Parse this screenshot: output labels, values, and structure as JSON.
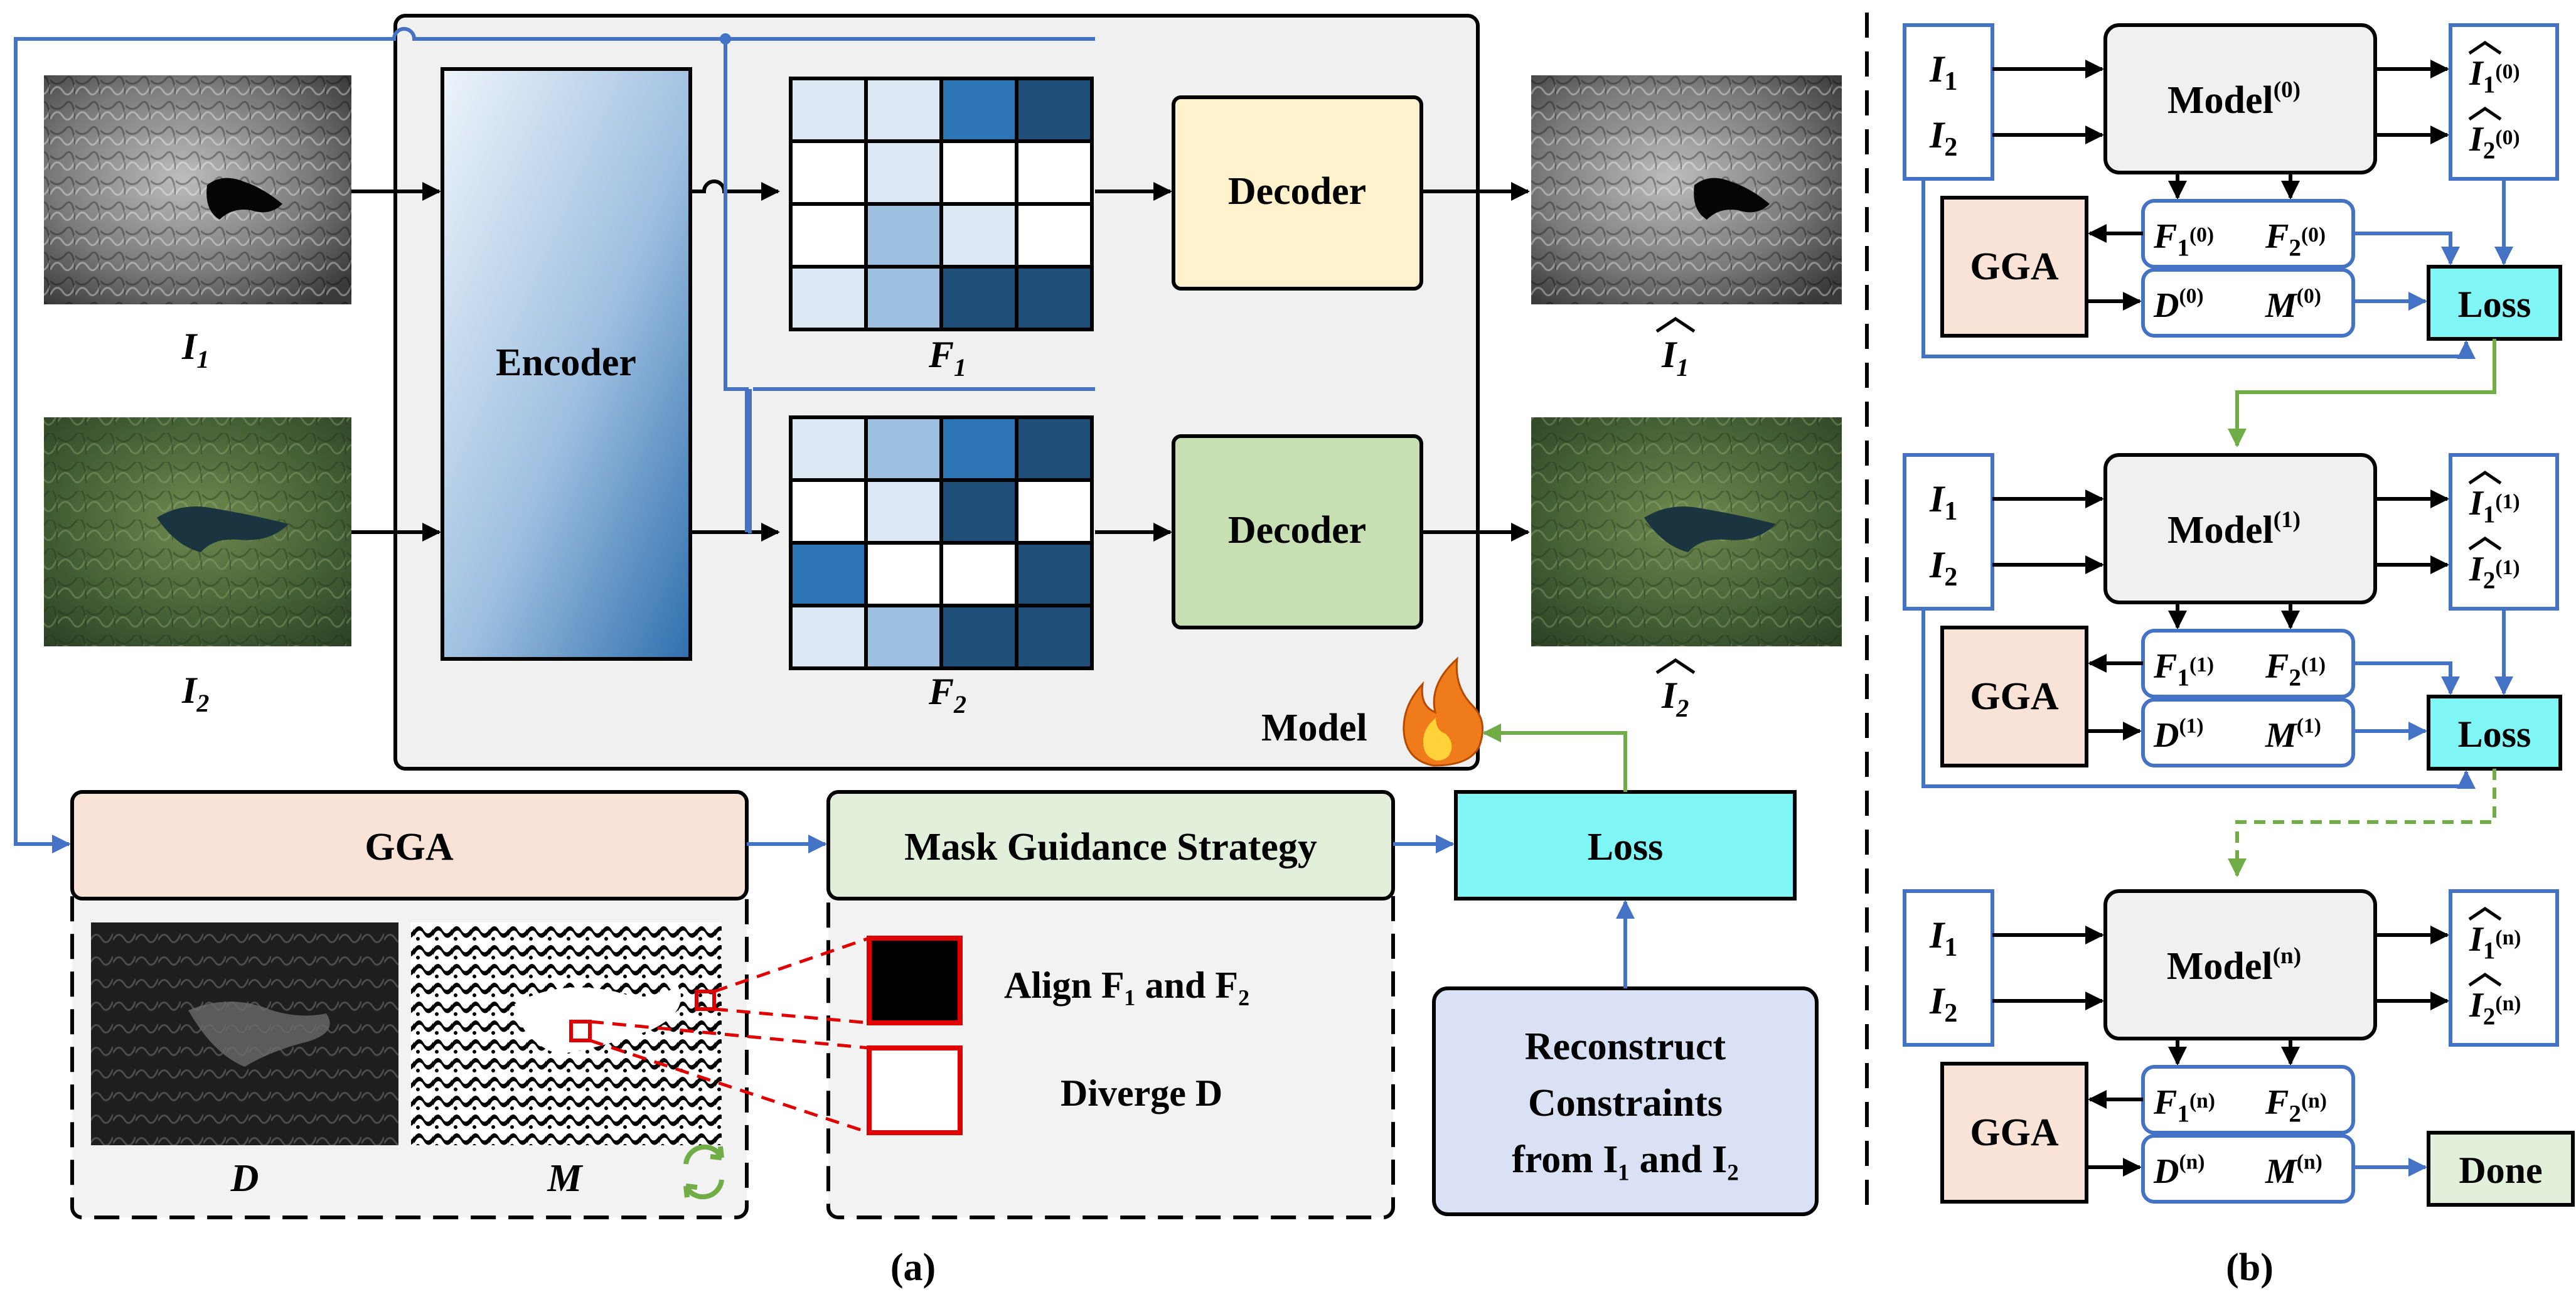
{
  "colors": {
    "blue_line": "#4472c4",
    "green_line": "#70ad47",
    "black": "#000000",
    "gga_fill": "#f8e3d6",
    "mask_fill": "#e2efda",
    "loss_fill": "#7ff5f5",
    "done_fill": "#e2efda",
    "decoder1_fill": "#fff2cc",
    "decoder2_fill": "#c6e0b4",
    "model_fill": "#f0f0f0",
    "reconstruct_fill": "#dae1f4",
    "region_fill": "#f2f2f2",
    "red": "#e00000"
  },
  "panel_a": {
    "encoder": "Encoder",
    "decoder1": "Decoder",
    "decoder2": "Decoder",
    "model": "Model",
    "fire_icon": "fire-icon",
    "input1_main": "I",
    "input1_sub": "1",
    "input2_main": "I",
    "input2_sub": "2",
    "feat1_main": "F",
    "feat1_sub": "1",
    "feat2_main": "F",
    "feat2_sub": "2",
    "out1_main": "I",
    "out1_sub": "1",
    "out2_main": "I",
    "out2_sub": "2",
    "gga": "GGA",
    "mask_strategy": "Mask Guidance Strategy",
    "loss": "Loss",
    "reconstruct_line1": "Reconstruct",
    "reconstruct_line2": "Constraints",
    "reconstruct_line3": "from I₁ and I₂",
    "d_label": "D",
    "m_label": "M",
    "align_text": "Align F₁ and F₂",
    "diverge_text": "Diverge D",
    "refresh_icon": "refresh-icon",
    "caption": "(a)",
    "grid1_levels": [
      [
        1,
        1,
        4,
        5
      ],
      [
        0,
        1,
        0,
        0
      ],
      [
        0,
        2,
        1,
        0
      ],
      [
        1,
        2,
        5,
        5
      ]
    ],
    "grid2_levels": [
      [
        1,
        2,
        4,
        5
      ],
      [
        0,
        1,
        5,
        0
      ],
      [
        4,
        0,
        0,
        5
      ],
      [
        1,
        2,
        5,
        5
      ]
    ]
  },
  "panel_b": {
    "caption": "(b)",
    "gga": "GGA",
    "loss": "Loss",
    "done": "Done",
    "stages": [
      {
        "sup": "(0)",
        "model": "Model",
        "output": "loss",
        "arrow_style": "solid"
      },
      {
        "sup": "(1)",
        "model": "Model",
        "output": "loss",
        "arrow_style": "dashed"
      },
      {
        "sup": "(n)",
        "model": "Model",
        "output": "done",
        "arrow_style": "none"
      }
    ],
    "input1_main": "I",
    "input1_sub": "1",
    "input2_main": "I",
    "input2_sub": "2",
    "f1_main": "F",
    "f1_sub": "1",
    "f2_main": "F",
    "f2_sub": "2",
    "d_main": "D",
    "m_main": "M"
  }
}
